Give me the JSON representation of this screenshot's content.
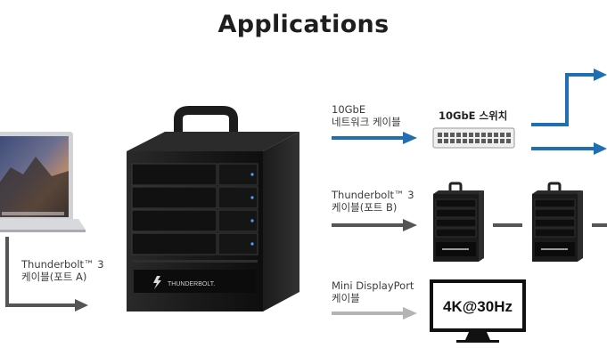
{
  "title": "Applications",
  "laptop_connection": {
    "line1": "Thunderbolt™ 3",
    "line2": "케이블(포트 A)"
  },
  "enclosure": {
    "brand": "THUNDERBOLT.",
    "bays": 4
  },
  "connections": [
    {
      "line1": "10GbE",
      "line2": "네트워크 케이블",
      "arrow_color": "#1f6fb2",
      "target": "10GbE 스위치"
    },
    {
      "line1": "Thunderbolt™ 3",
      "line2": "케이블(포트 B)",
      "arrow_color": "#555555",
      "target": "daisy-chained enclosures"
    },
    {
      "line1": "Mini DisplayPort",
      "line2": "케이블",
      "arrow_color": "#b4b4b4",
      "target": "4K@30Hz"
    }
  ],
  "switch_label": "10GbE 스위치",
  "monitor_text": "4K@30Hz",
  "colors": {
    "blue": "#1f6fb2",
    "dark_gray": "#555555",
    "light_gray": "#b4b4b4"
  }
}
